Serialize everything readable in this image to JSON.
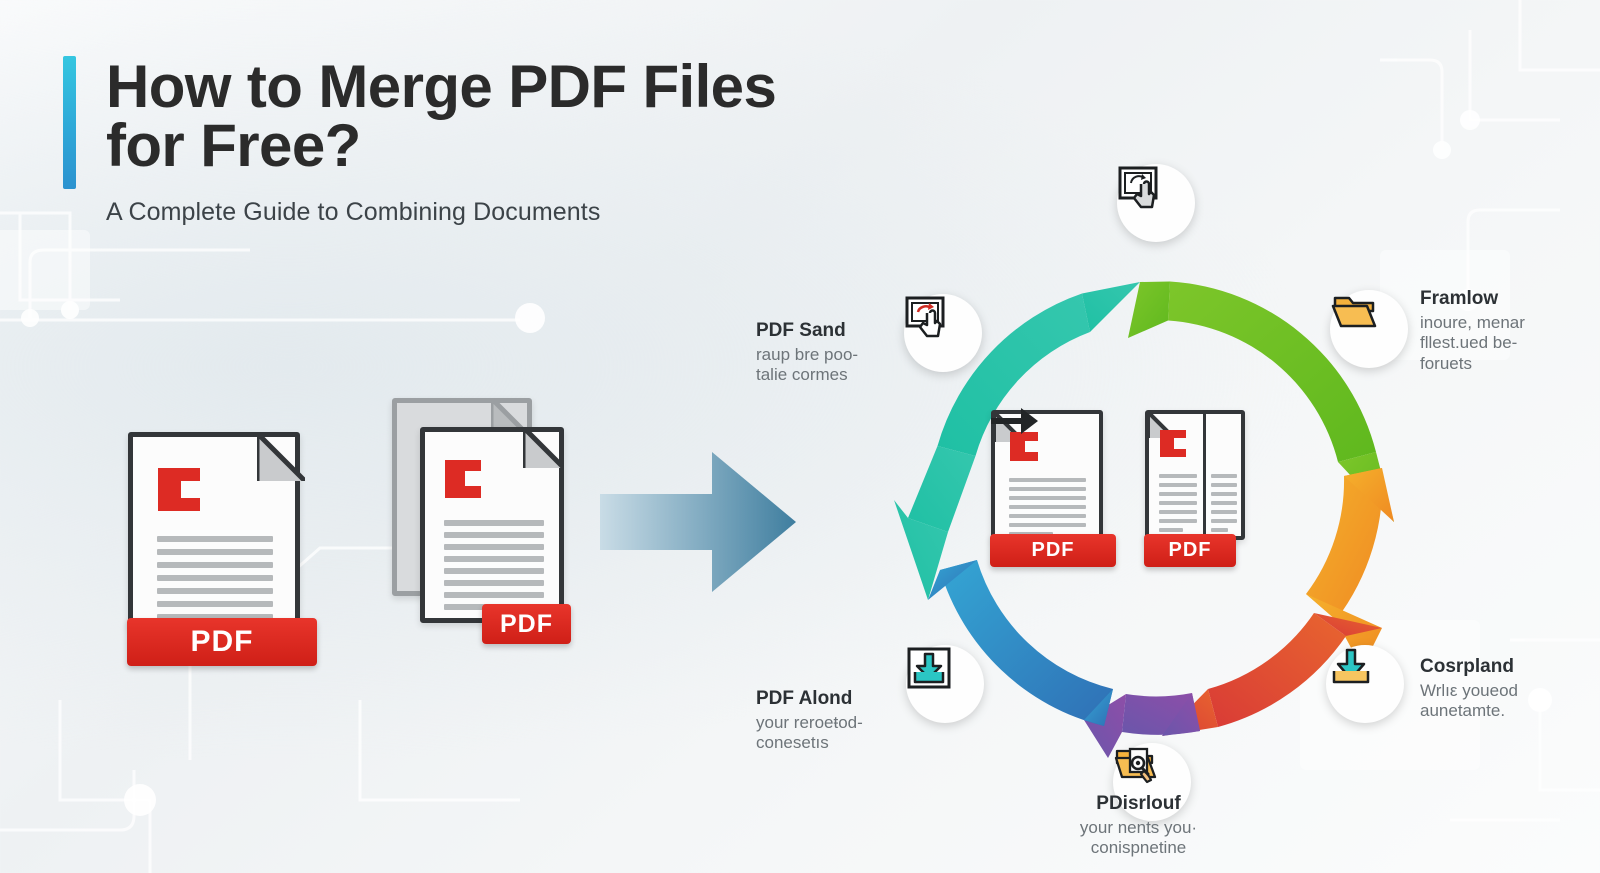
{
  "header": {
    "title": "How to Merge PDF Files\nfor Free?",
    "subtitle": "A Complete Guide to Combining Documents",
    "accent_colors": [
      "#35c6e0",
      "#2c92cf"
    ]
  },
  "documents": {
    "pdf_badge_label": "PDF",
    "single_doc_name": "pdf-document-single",
    "stacked_doc_name": "pdf-document-stack",
    "badge_color": "#dd2b24",
    "logo_mark_color": "#dd2b24"
  },
  "flow_arrow": {
    "name": "merge-flow-arrow",
    "gradient_from": "#c4d9e4",
    "gradient_to": "#3f7e9f"
  },
  "cycle": {
    "center": {
      "source_badge": "PDF",
      "result_badge": "PDF",
      "arrow": "→"
    },
    "segments": [
      {
        "id": "teal",
        "color": "#22bfae",
        "icon": "tap-screen-icon"
      },
      {
        "id": "green",
        "color": "#6cc023",
        "icon": "tap-screen-icon"
      },
      {
        "id": "orange",
        "color": "#f2a427",
        "icon": "folder-icon"
      },
      {
        "id": "red",
        "color": "#e03a33",
        "icon": "download-icon"
      },
      {
        "id": "purple",
        "color": "#7b4fa8",
        "icon": "folder-search-icon"
      },
      {
        "id": "blue",
        "color": "#2f86c0",
        "icon": "download-icon"
      }
    ],
    "labels": [
      {
        "position": "left-upper",
        "title": "PDF Sand",
        "desc": "raup bre poo-\ntalie cormes",
        "icon": "tap-screen-icon"
      },
      {
        "position": "right-upper",
        "title": "Framlow",
        "desc": "inoure, menar\nfllest.ued be-\nforuets",
        "icon": "folder-icon"
      },
      {
        "position": "right-lower",
        "title": "Cosrpland",
        "desc": "Wrlıε youeod\naunetamte.",
        "icon": "download-icon"
      },
      {
        "position": "bottom",
        "title": "PDisrlouf",
        "desc": "your nents you·\nconispnetine",
        "icon": "folder-search-icon"
      },
      {
        "position": "left-lower",
        "title": "PDF Alond",
        "desc": "your reroeŧod-\nconesetıs",
        "icon": "download-icon"
      }
    ],
    "top_node_icon": "tap-screen-icon"
  }
}
